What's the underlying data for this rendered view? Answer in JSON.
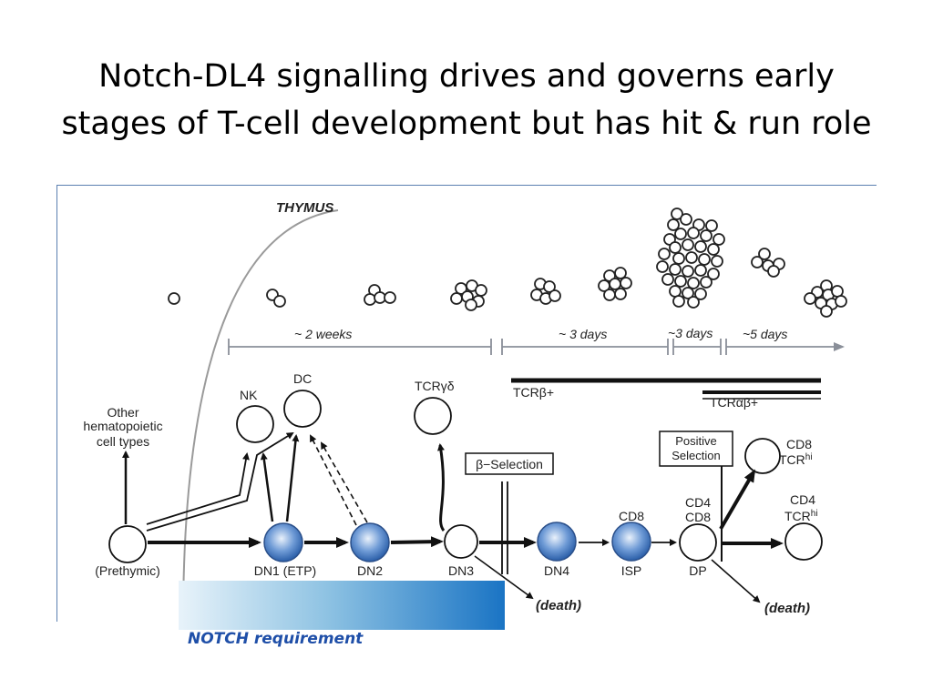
{
  "title": {
    "line1": "Notch-DL4 signalling drives and governs early",
    "line2": "stages of T-cell development but has hit & run role"
  },
  "figure": {
    "thymus_label": "THYMUS",
    "timeline": {
      "weeks": "~ 2 weeks",
      "days3a": "~ 3 days",
      "days3b": "~3 days",
      "days5": "~5 days"
    },
    "receptors": {
      "tcrb": "TCRβ+",
      "tcrab": "TCRαβ+"
    },
    "cells": {
      "other_line1": "Other",
      "other_line2": "hematopoietic",
      "other_line3": "cell types",
      "nk": "NK",
      "dc": "DC",
      "tcrgd": "TCRγδ",
      "prethymic": "(Prethymic)",
      "dn1": "DN1 (ETP)",
      "dn2": "DN2",
      "dn3": "DN3",
      "dn4": "DN4",
      "isp_top": "CD8",
      "isp": "ISP",
      "dp_top1": "CD4",
      "dp_top2": "CD8",
      "dp": "DP",
      "cd8_line1": "CD8",
      "cd8_line2": "TCR",
      "cd4_line1": "CD4",
      "cd4_line2": "TCR",
      "hi": "hi"
    },
    "boxes": {
      "beta_selection": "β−Selection",
      "positive_line1": "Positive",
      "positive_line2": "Selection"
    },
    "death": "(death)",
    "notch_requirement": "NOTCH requirement"
  },
  "colors": {
    "blue_cell": "#3a6fb8",
    "notch_text": "#1f4fa8",
    "figure_border": "#5b7fb0"
  }
}
